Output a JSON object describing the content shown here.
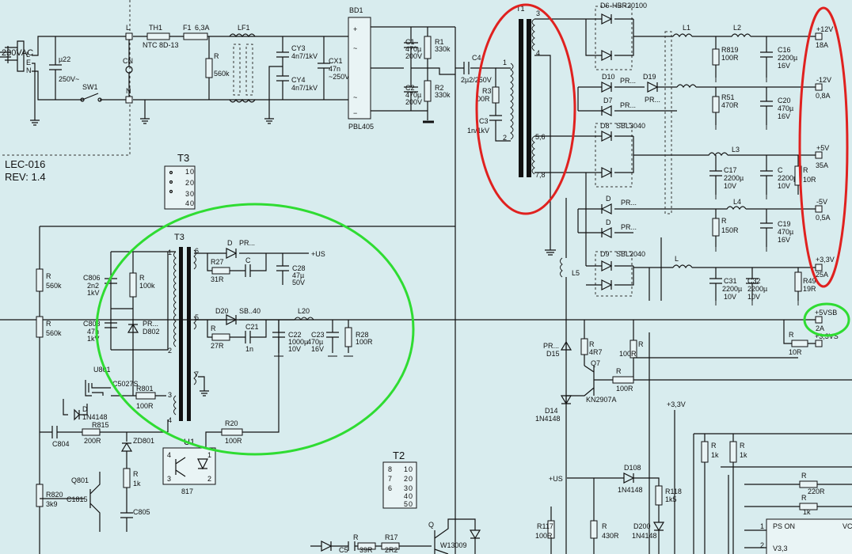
{
  "board": {
    "name": "LEC-016",
    "rev": "REV: 1.4"
  },
  "input": {
    "mains": "230VAC",
    "plug_pins": [
      "L",
      "E",
      "N"
    ],
    "fuse": {
      "ref": "F1",
      "value": "6,3A"
    },
    "thermistor": {
      "ref": "TH1",
      "value": "NTC 8D-13"
    },
    "x_cap": {
      "ref": "µ22",
      "value": "250V~"
    },
    "switch": "SW1",
    "terminals": [
      "L",
      "CN",
      "N"
    ],
    "bleeder": {
      "ref": "R",
      "value": "560k"
    },
    "filter": {
      "ref": "LF1"
    },
    "cy3": {
      "ref": "CY3",
      "value": "4n7/1kV"
    },
    "cy4": {
      "ref": "CY4",
      "value": "4n7/1kV"
    },
    "cx1": {
      "ref": "CX1",
      "value": "47n",
      "value2": "~250V"
    },
    "bridge": {
      "ref": "BD1",
      "part": "PBL405"
    },
    "c1": {
      "ref": "C1",
      "value": "470µ",
      "value2": "200V"
    },
    "c2": {
      "ref": "C2",
      "value": "470µ",
      "value2": "200V"
    },
    "r1": {
      "ref": "R1",
      "value": "330k"
    },
    "r2": {
      "ref": "R2",
      "value": "330k"
    }
  },
  "main_transformer": {
    "ref": "T1",
    "c4": {
      "ref": "C4",
      "value": "2µ2/250V"
    },
    "r3": {
      "ref": "R3",
      "value": "00R"
    },
    "c3": {
      "ref": "C3",
      "value": "1n/1kV"
    },
    "pins": [
      "1",
      "2",
      "3",
      "4",
      "5,6",
      "7,8"
    ]
  },
  "secondary": {
    "d6": {
      "ref": "D6",
      "part": "HBR20100"
    },
    "d10": {
      "ref": "D10",
      "part": "PR..."
    },
    "d19": {
      "ref": "D19",
      "part": "PR..."
    },
    "d7": {
      "ref": "D7",
      "part": "PR..."
    },
    "d8": {
      "ref": "D8",
      "part": "SBL3040"
    },
    "d9": {
      "ref": "D9",
      "part": "SBL2040"
    },
    "pr_a": "PR...",
    "pr_b": "PR...",
    "d_a": "D",
    "d_b": "D",
    "l1": "L1",
    "l2": "L2",
    "l3": "L3",
    "l4": "L4",
    "l": "L",
    "l5": "L5",
    "r819": {
      "ref": "R819",
      "value": "100R"
    },
    "r51": {
      "ref": "R51",
      "value": "470R"
    },
    "r_150": {
      "ref": "R",
      "value": "150R"
    },
    "r_10": {
      "ref": "R",
      "value": "10R"
    },
    "r49": {
      "ref": "R49",
      "value": "19R"
    },
    "c16": {
      "ref": "C16",
      "value": "2200µ",
      "value2": "16V"
    },
    "c20": {
      "ref": "C20",
      "value": "470µ",
      "value2": "16V"
    },
    "c17": {
      "ref": "C17",
      "value": "2200µ",
      "value2": "10V"
    },
    "c_2200": {
      "ref": "C",
      "value": "2200µ",
      "value2": "10V"
    },
    "c19": {
      "ref": "C19",
      "value": "470µ",
      "value2": "16V"
    },
    "c31": {
      "ref": "C31",
      "value": "2200µ",
      "value2": "10V"
    },
    "c32": {
      "ref": "C32",
      "value": "2200µ",
      "value2": "10V"
    }
  },
  "outputs": [
    {
      "name": "+12V",
      "current": "18A"
    },
    {
      "name": "-12V",
      "current": "0,8A"
    },
    {
      "name": "+5V",
      "current": "35A"
    },
    {
      "name": "-5V",
      "current": "0,5A"
    },
    {
      "name": "+3,3V",
      "current": "25A"
    },
    {
      "name": "+5VSB",
      "current": "2A"
    },
    {
      "name": "+3,3VS",
      "current": ""
    }
  ],
  "standby": {
    "t3_title": "T3",
    "t3_main": "T3",
    "t3_pins": [
      "1",
      "2",
      "3",
      "4",
      "5",
      "6",
      "7"
    ],
    "t3_module_rows": [
      [
        "1",
        "0"
      ],
      [
        "2",
        "0"
      ],
      [
        "3",
        "0"
      ],
      [
        "4",
        "0"
      ]
    ],
    "r_560a": {
      "ref": "R",
      "value": "560k"
    },
    "r_560b": {
      "ref": "R",
      "value": "560k"
    },
    "c806": {
      "ref": "C806",
      "value": "2n2",
      "value2": "1kV"
    },
    "c803": {
      "ref": "C803",
      "value": "47n",
      "value2": "1kV"
    },
    "r_100k": {
      "ref": "R",
      "value": "100k"
    },
    "d802": {
      "ref": "D802",
      "part": "PR..."
    },
    "u801": {
      "ref": "U801",
      "part": "C5027S"
    },
    "r801": {
      "ref": "R801",
      "value": "100R"
    },
    "d_1n4148": {
      "ref": "D",
      "part": "1N4148"
    },
    "r815": {
      "ref": "R815",
      "value": "200R"
    },
    "c804": {
      "ref": "C804"
    },
    "zd801": {
      "ref": "ZD801"
    },
    "r_1k": {
      "ref": "R",
      "value": "1k"
    },
    "c805": {
      "ref": "C805"
    },
    "q801": {
      "ref": "Q801",
      "part": "C1815"
    },
    "r820": {
      "ref": "R820",
      "value": "3k9"
    },
    "u1": {
      "ref": "U1",
      "part": "817"
    },
    "r20": {
      "ref": "R20",
      "value": "100R"
    },
    "d_pr": {
      "ref": "D",
      "part": "PR..."
    },
    "r27": {
      "ref": "R27",
      "value": "31R"
    },
    "c_small": {
      "ref": "C"
    },
    "c28": {
      "ref": "C28",
      "value": "47µ",
      "value2": "50V"
    },
    "us": "+US",
    "d20": {
      "ref": "D20",
      "part": "SB..40"
    },
    "l20": "L20",
    "r_27": {
      "ref": "R",
      "value": "27R"
    },
    "c21": {
      "ref": "C21",
      "value": "1n"
    },
    "c22": {
      "ref": "C22",
      "value": "1000µ",
      "value2": "10V"
    },
    "c23": {
      "ref": "C23",
      "value": "470µ",
      "value2": "16V"
    },
    "r28": {
      "ref": "R28",
      "value": "100R"
    }
  },
  "control": {
    "d15": {
      "ref": "D15",
      "part": "PR..."
    },
    "d14": {
      "ref": "D14",
      "part": "1N4148"
    },
    "r_4r7": {
      "ref": "R",
      "value": "4R7"
    },
    "r_100a": {
      "ref": "R",
      "value": "100R"
    },
    "r_100b": {
      "ref": "R",
      "value": "100R"
    },
    "q7": {
      "ref": "Q7",
      "part": "KN2907A"
    },
    "r_10r": {
      "ref": "R",
      "value": "10R"
    },
    "v33": "+3,3V",
    "r_1ka": {
      "ref": "R",
      "value": "1k"
    },
    "r_1kb": {
      "ref": "R",
      "value": "1k"
    },
    "r_220": {
      "ref": "R",
      "value": "220R"
    },
    "r_1kc": {
      "ref": "R",
      "value": "1k"
    },
    "us": "+US",
    "d108": {
      "ref": "D108",
      "part": "1N4148"
    },
    "r118": {
      "ref": "R118",
      "value": "1k5"
    },
    "r117": {
      "ref": "R117",
      "value": "100R"
    },
    "r_430": {
      "ref": "R",
      "value": "430R"
    },
    "d200": {
      "ref": "D200",
      "part": "1N4148"
    },
    "ic_pins": [
      "PS ON",
      "V3,3"
    ],
    "ic_pin_nums": [
      "1",
      "2"
    ],
    "ic_cut": "VC"
  },
  "t2": {
    "title": "T2",
    "rows": [
      [
        "8",
        "1",
        "0"
      ],
      [
        "7",
        "2",
        "0"
      ],
      [
        "6",
        "3",
        "0"
      ],
      [
        "",
        "4",
        "0"
      ],
      [
        "",
        "5",
        "0"
      ]
    ]
  },
  "bottom": {
    "c5": {
      "ref": "C5",
      "value": "39R"
    },
    "r_b": {
      "ref": "R"
    },
    "r17": {
      "ref": "R17",
      "value": "2R2"
    },
    "q": {
      "ref": "Q",
      "part": "W13009"
    }
  },
  "colors": {
    "background": "#d8ecee",
    "ink": "#111111",
    "highlight_red": "#e0211f",
    "highlight_green": "#2fdc32"
  }
}
